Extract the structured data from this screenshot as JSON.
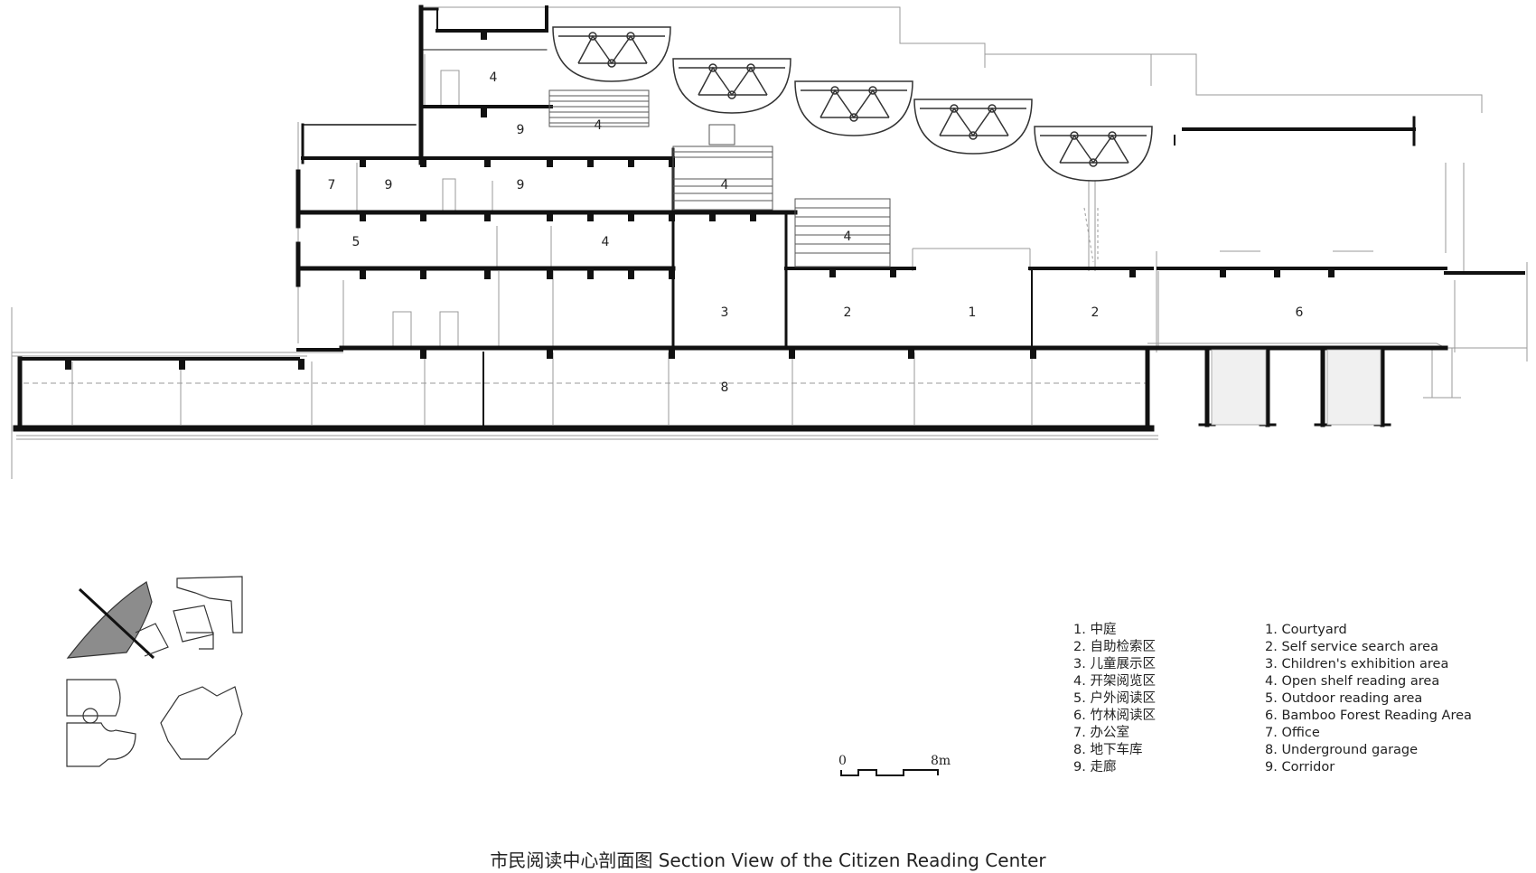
{
  "drawing": {
    "caption": "市民阅读中心剖面图 Section View of the Citizen Reading Center",
    "room_labels": {
      "floor6_open_shelf": "4",
      "floor5_corridor": "9",
      "floor5_open_shelf": "4",
      "floor4_office": "7",
      "floor4_corridor_a": "9",
      "floor4_corridor_b": "9",
      "floor4_open_shelf": "4",
      "floor3_outdoor": "5",
      "floor3_open_shelf_a": "4",
      "floor3_open_shelf_b": "4",
      "ground_childrens": "3",
      "ground_self_service_a": "2",
      "ground_courtyard": "1",
      "ground_self_service_b": "2",
      "ground_bamboo": "6",
      "basement_garage": "8"
    },
    "scale_bar": {
      "start_label": "0",
      "end_label": "8m"
    }
  },
  "legend_cn": [
    "1. 中庭",
    "2. 自助检索区",
    "3. 儿童展示区",
    "4. 开架阅览区",
    "5. 户外阅读区",
    "6. 竹林阅读区",
    "7. 办公室",
    "8. 地下车库",
    "9. 走廊"
  ],
  "legend_en": [
    "1. Courtyard",
    "2. Self service search area",
    "3. Children's exhibition area",
    "4. Open shelf reading area",
    "5. Outdoor reading area",
    "6. Bamboo Forest Reading Area",
    "7. Office",
    "8. Underground garage",
    "9. Corridor"
  ],
  "colors": {
    "ink": "#111111",
    "thin_line": "#8a8a8a",
    "key_plan_fill": "#8c8c8c"
  }
}
